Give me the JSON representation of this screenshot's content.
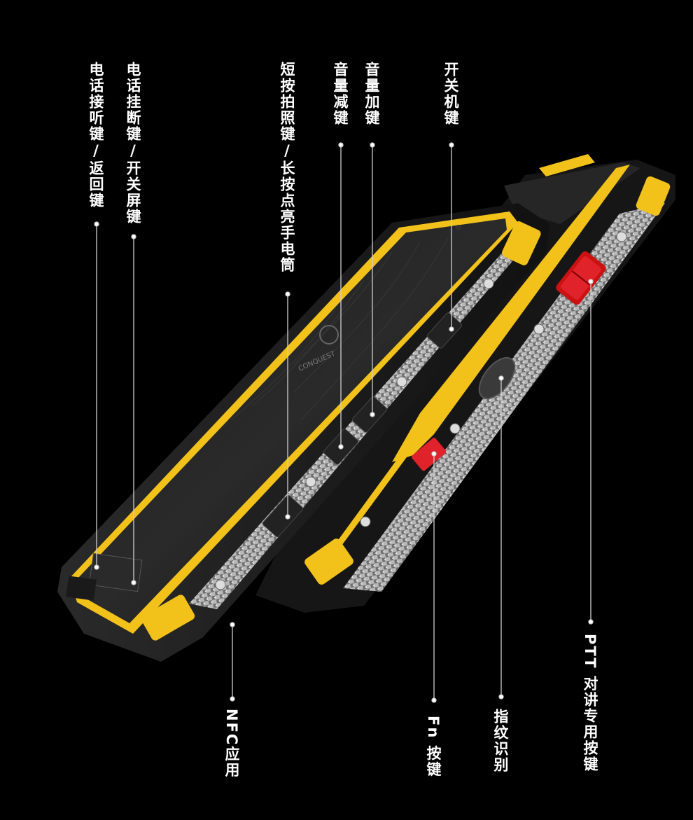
{
  "labels": {
    "answer_back": "电话接听键/返回键",
    "hangup_screen": "电话挂断键/开关屏键",
    "camera_torch": "短按拍照键/长按点亮手电筒",
    "volume_down": "音量减键",
    "volume_up": "音量加键",
    "power": "开关机键",
    "nfc": "NFC应用",
    "fn": "Fn 按键",
    "fingerprint": "指纹识别",
    "ptt": "PTT 对讲专用按键"
  },
  "brand_text": "CONQUEST",
  "colors": {
    "background": "#000000",
    "accent_yellow": "#f2c21b",
    "ptt_red": "#e0222a",
    "body_dark": "#1a1a1a",
    "panel_silver": "#a9a9a9"
  }
}
